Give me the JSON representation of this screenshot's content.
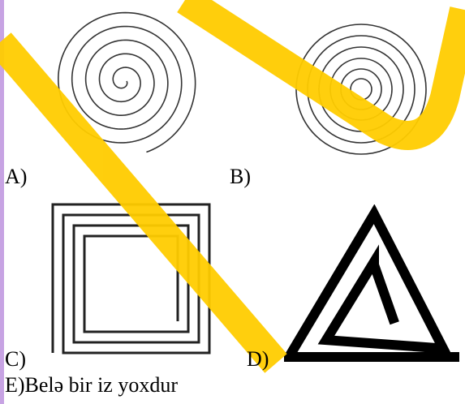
{
  "options": [
    {
      "label": "A)",
      "figure": "circular-spiral"
    },
    {
      "label": "B)",
      "figure": "concentric-circles"
    },
    {
      "label": "C)",
      "figure": "square-spiral"
    },
    {
      "label": "D)",
      "figure": "triangular-spiral"
    }
  ],
  "option_e": {
    "label": "E)Belə bir iz yoxdur"
  },
  "colors": {
    "watermark": "#ffcc00",
    "sidebar": "#c7a3e3",
    "line": "#000000"
  }
}
